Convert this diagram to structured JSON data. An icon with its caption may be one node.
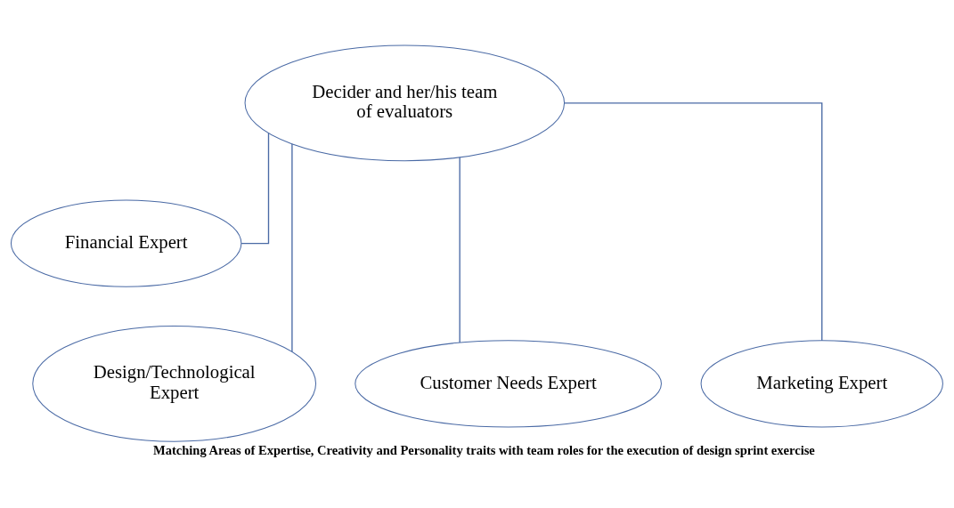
{
  "diagram": {
    "caption": "Matching Areas of Expertise, Creativity and Personality traits with team roles for the execution of design sprint exercise",
    "nodes": [
      {
        "text": [
          "Decider and her/his team of evaluators"
        ]
      },
      {
        "text": [
          "Financial Expert"
        ]
      },
      {
        "text": [
          "Design/Technological Expert"
        ]
      },
      {
        "text": [
          "Customer Needs Expert"
        ]
      },
      {
        "text": [
          "Marketing Expert"
        ]
      }
    ],
    "edges": [
      {
        "from": 0,
        "to": 1,
        "arrow": "none"
      },
      {
        "from": 0,
        "to": 2,
        "arrow": "none"
      },
      {
        "from": 0,
        "to": 3,
        "arrow": "none"
      },
      {
        "from": 0,
        "to": 4,
        "arrow": "none"
      }
    ]
  }
}
